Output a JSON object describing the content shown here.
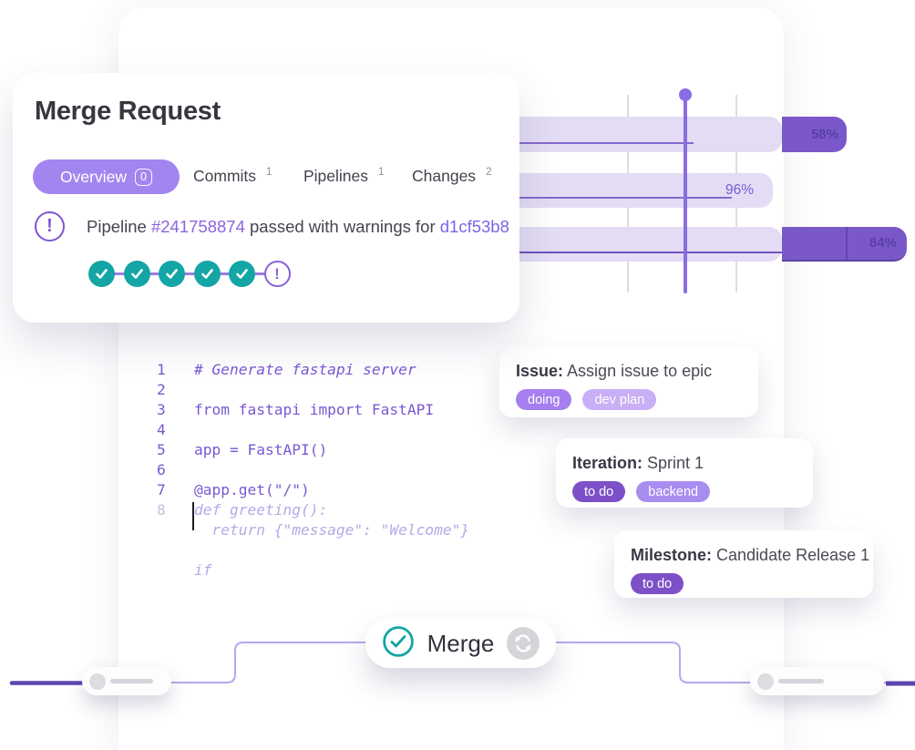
{
  "merge_request": {
    "title": "Merge Request",
    "tabs": {
      "overview": {
        "label": "Overview",
        "badge": "0"
      },
      "commits": {
        "label": "Commits",
        "count": "1"
      },
      "pipelines": {
        "label": "Pipelines",
        "count": "1"
      },
      "changes": {
        "label": "Changes",
        "count": "2"
      }
    },
    "status": {
      "prefix": "Pipeline ",
      "pipeline_link": "#241758874",
      "middle": " passed with warnings for ",
      "commit_link": "d1cf53b8"
    },
    "steps": {
      "passed_count": 5,
      "warning_count": 1,
      "warning_glyph": "!"
    }
  },
  "chart_data": {
    "type": "bar",
    "orientation": "horizontal",
    "title": "",
    "series": [
      {
        "name": "epic-bar-1",
        "label": "58%",
        "value": 58
      },
      {
        "name": "epic-bar-2",
        "label": "96%",
        "value": 96
      },
      {
        "name": "epic-bar-3",
        "label": "84%",
        "value": 84
      }
    ],
    "grid": "vertical-lines",
    "marker": "current-date-vertical-line",
    "legend": "none"
  },
  "code_editor": {
    "lines": [
      {
        "num": "1",
        "text": "# Generate fastapi server"
      },
      {
        "num": "2",
        "text": ""
      },
      {
        "num": "3",
        "text": "from fastapi import FastAPI"
      },
      {
        "num": "4",
        "text": ""
      },
      {
        "num": "5",
        "text": "app = FastAPI()"
      },
      {
        "num": "6",
        "text": ""
      },
      {
        "num": "7",
        "text": "@app.get(\"/\")"
      },
      {
        "num": "8",
        "text": "def greeting():"
      },
      {
        "num": "",
        "text": "  return {\"message\": \"Welcome\"}"
      },
      {
        "num": "",
        "text": ""
      },
      {
        "num": "",
        "text": "if"
      }
    ]
  },
  "work_item_cards": [
    {
      "type_label": "Issue:",
      "title": "Assign issue to epic",
      "tags": [
        "doing",
        "dev plan"
      ]
    },
    {
      "type_label": "Iteration:",
      "title": "Sprint 1",
      "tags": [
        "to do",
        "backend"
      ]
    },
    {
      "type_label": "Milestone:",
      "title": "Candidate Release 1",
      "tags": [
        "to do"
      ]
    }
  ],
  "merge_action": {
    "label": "Merge"
  },
  "colors": {
    "accent_purple": "#a385f0",
    "teal_success": "#14a5a5",
    "link_purple": "#8a64e0",
    "bar_light": "#e3dcf4",
    "bar_dark": "#7b58c9",
    "marker_purple": "#8a6ce4",
    "tag_dark": "#7d50c8",
    "tag_medium": "#a57ff0",
    "tag_light": "#c9aff5",
    "tag_backend": "#a98cf0",
    "connector_light": "#b9a6ee",
    "connector_dark": "#5d45b0"
  }
}
